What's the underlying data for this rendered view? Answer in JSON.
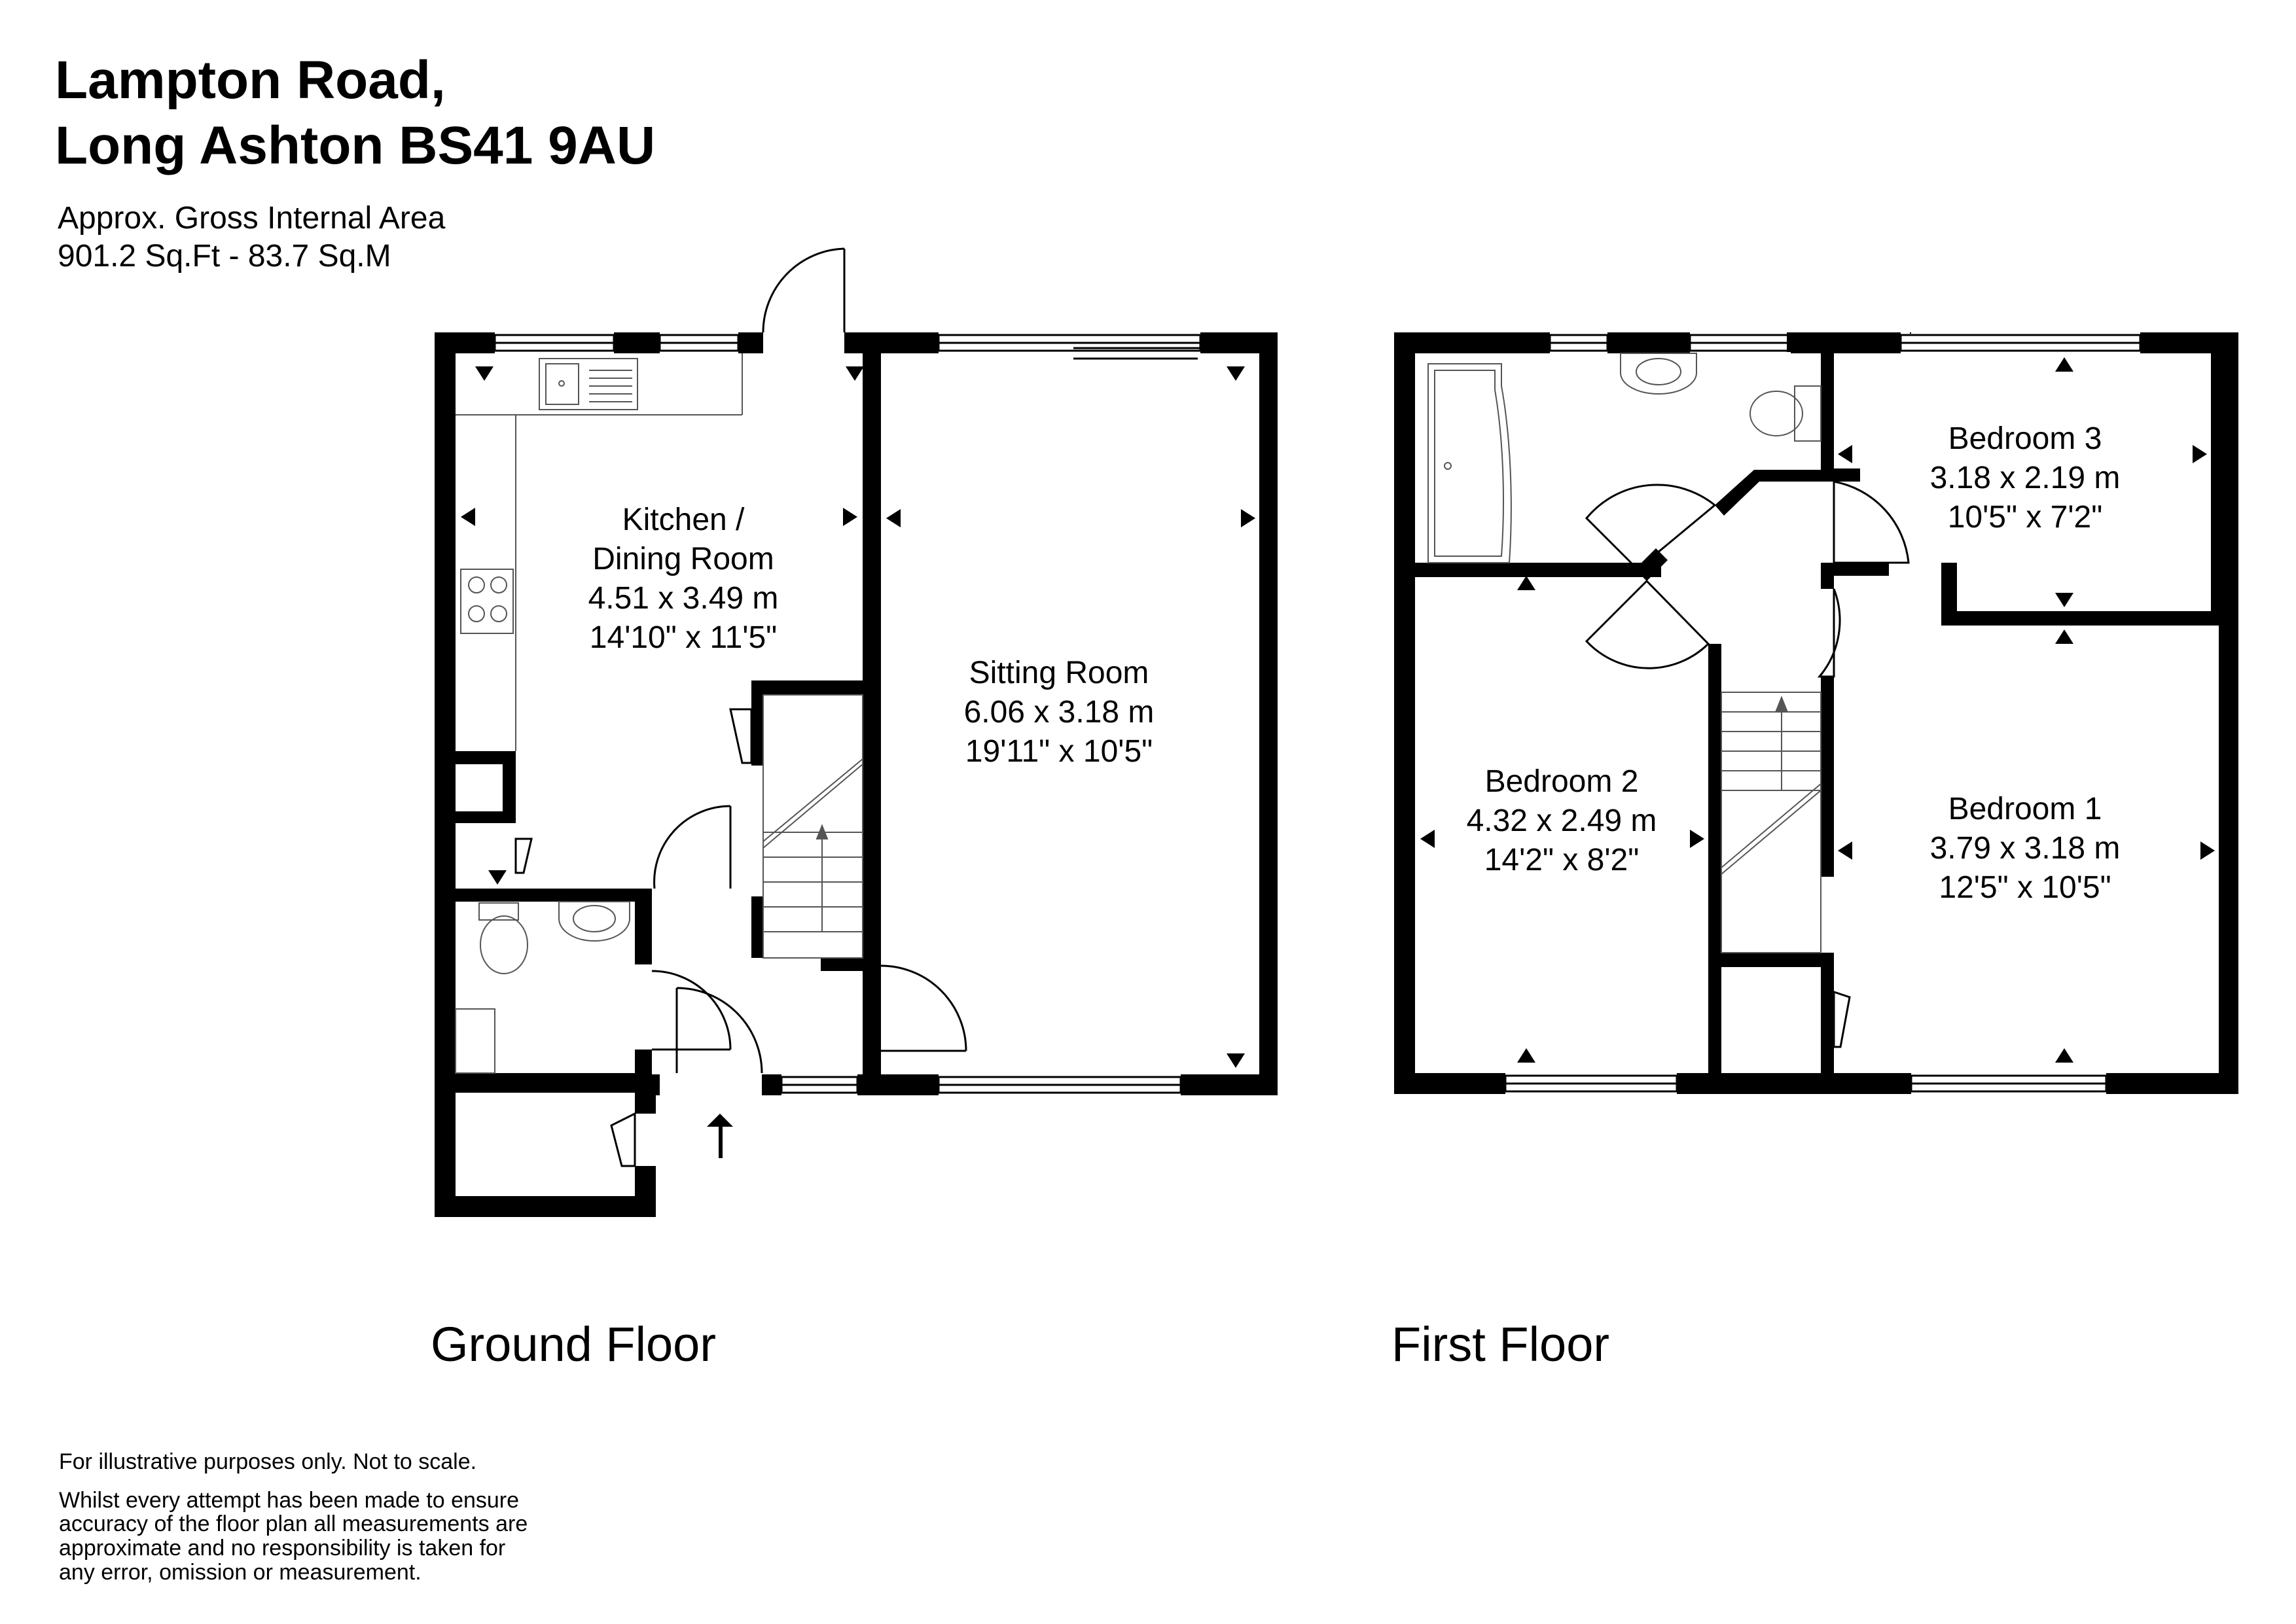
{
  "header": {
    "address_line1": "Lampton Road,",
    "address_line2": "Long Ashton BS41 9AU",
    "area_label": "Approx. Gross Internal Area",
    "area_value": "901.2 Sq.Ft - 83.7 Sq.M"
  },
  "floors": {
    "ground": {
      "label": "Ground Floor",
      "kitchen": {
        "line1": "Kitchen /",
        "line2": "Dining Room",
        "metric": "4.51 x 3.49 m",
        "imperial": "14'10\" x 11'5\""
      },
      "sitting": {
        "name": "Sitting Room",
        "metric": "6.06 x 3.18 m",
        "imperial": "19'11\" x 10'5\""
      }
    },
    "first": {
      "label": "First Floor",
      "bedroom1": {
        "name": "Bedroom 1",
        "metric": "3.79 x 3.18 m",
        "imperial": "12'5\" x 10'5\""
      },
      "bedroom2": {
        "name": "Bedroom 2",
        "metric": "4.32 x 2.49 m",
        "imperial": "14'2\" x 8'2\""
      },
      "bedroom3": {
        "name": "Bedroom 3",
        "metric": "3.18 x 2.19 m",
        "imperial": "10'5\" x 7'2\""
      }
    }
  },
  "disclaimer": {
    "line1": "For illustrative purposes only. Not to scale.",
    "line2": "Whilst every attempt has been made to ensure",
    "line3": "accuracy of the floor plan all measurements are",
    "line4": "approximate and no responsibility is taken for",
    "line5": "any error, omission or measurement."
  },
  "colors": {
    "wall": "#000000",
    "fixture_line": "#555555",
    "background": "#ffffff"
  }
}
